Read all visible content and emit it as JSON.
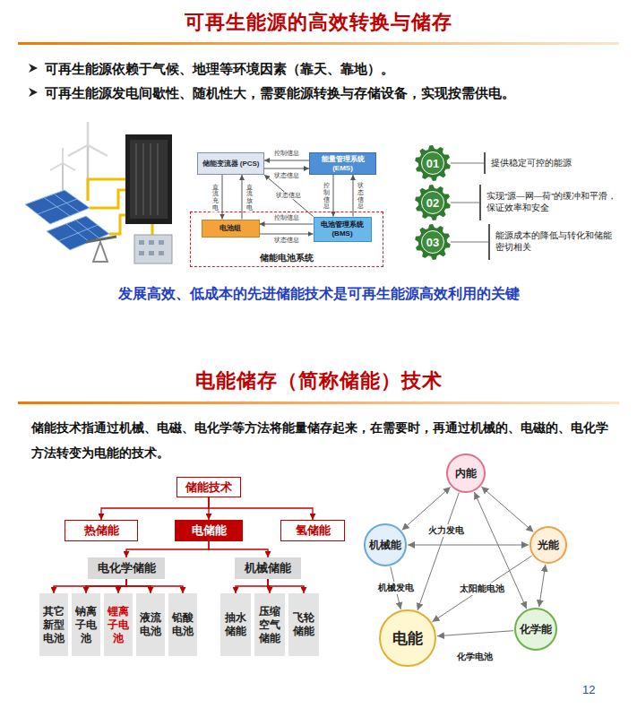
{
  "diagram": {
    "title": "可再生能源的高效转换与储存",
    "nodes": [
      {
        "text": [
          "储能变流器 (PCS)"
        ]
      },
      {
        "text": [
          "能量管理系统 (EMS)"
        ]
      },
      {
        "text": [
          "储能电池系统"
        ]
      },
      {
        "text": [
          "电池组"
        ],
        "in": 2
      },
      {
        "text": [
          "电池管理系统 (BMS)"
        ],
        "in": 2
      },
      {
        "text": [
          "01"
        ]
      },
      {
        "text": [
          "提供稳定可控的能源"
        ]
      },
      {
        "text": [
          "02"
        ]
      },
      {
        "text": [
          "实现“源—网—荷”的缓冲和平滑，保证效率和安全"
        ]
      },
      {
        "text": [
          "03"
        ]
      },
      {
        "text": [
          "能源成本的降低与转化和储能密切相关"
        ]
      },
      {
        "text": [
          "储能技术"
        ]
      },
      {
        "text": [
          "热储能"
        ]
      },
      {
        "text": [
          "电储能"
        ]
      },
      {
        "text": [
          "氢储能"
        ]
      },
      {
        "text": [
          "电化学储能"
        ]
      },
      {
        "text": [
          "机械储能"
        ]
      },
      {
        "text": [
          "其它新型电池"
        ]
      },
      {
        "text": [
          "钠离子电池"
        ]
      },
      {
        "text": [
          "锂离子电池"
        ]
      },
      {
        "text": [
          "液流电池"
        ]
      },
      {
        "text": [
          "铅酸电池"
        ]
      },
      {
        "text": [
          "抽水储能"
        ]
      },
      {
        "text": [
          "压缩空气储能"
        ]
      },
      {
        "text": [
          "飞轮储能"
        ]
      },
      {
        "text": [
          "内能"
        ]
      },
      {
        "text": [
          "机械能"
        ]
      },
      {
        "text": [
          "光能"
        ]
      },
      {
        "text": [
          "电能"
        ]
      },
      {
        "text": [
          "化学能"
        ]
      }
    ],
    "edges": [
      {
        "from": 1,
        "to": 0,
        "arrow": "to",
        "label": "控制信息"
      },
      {
        "from": 0,
        "to": 1,
        "arrow": "to",
        "label": "状态信息"
      },
      {
        "from": 0,
        "to": 3,
        "arrow": "to",
        "label": "直流充电"
      },
      {
        "from": 3,
        "to": 0,
        "arrow": "to",
        "label": "直流放电"
      },
      {
        "from": 1,
        "to": 4,
        "arrow": "to",
        "label": "控制信息"
      },
      {
        "from": 4,
        "to": 1,
        "arrow": "to",
        "label": "状态信息"
      },
      {
        "from": 4,
        "to": 0,
        "arrow": "to",
        "label": "状态信息"
      },
      {
        "from": 4,
        "to": 3,
        "arrow": "to",
        "label": "控制信息"
      },
      {
        "from": 3,
        "to": 4,
        "arrow": "to",
        "label": "状态信息"
      },
      {
        "from": 5,
        "to": 6,
        "arrow": "none"
      },
      {
        "from": 7,
        "to": 8,
        "arrow": "none"
      },
      {
        "from": 9,
        "to": 10,
        "arrow": "none"
      },
      {
        "from": 11,
        "to": 12,
        "arrow": "to"
      },
      {
        "from": 11,
        "to": 13,
        "arrow": "to"
      },
      {
        "from": 11,
        "to": 14,
        "arrow": "to"
      },
      {
        "from": 13,
        "to": 15,
        "arrow": "to"
      },
      {
        "from": 13,
        "to": 16,
        "arrow": "to"
      },
      {
        "from": 15,
        "to": 17,
        "arrow": "to"
      },
      {
        "from": 15,
        "to": 18,
        "arrow": "to"
      },
      {
        "from": 15,
        "to": 19,
        "arrow": "to"
      },
      {
        "from": 15,
        "to": 20,
        "arrow": "to"
      },
      {
        "from": 15,
        "to": 21,
        "arrow": "to"
      },
      {
        "from": 16,
        "to": 22,
        "arrow": "to"
      },
      {
        "from": 16,
        "to": 23,
        "arrow": "to"
      },
      {
        "from": 16,
        "to": 24,
        "arrow": "to"
      },
      {
        "from": 25,
        "to": 26,
        "arrow": "both"
      },
      {
        "from": 25,
        "to": 27,
        "arrow": "both"
      },
      {
        "from": 27,
        "to": 29,
        "arrow": "both"
      },
      {
        "from": 29,
        "to": 28,
        "arrow": "to",
        "label": "化学电池"
      },
      {
        "from": 26,
        "to": 28,
        "arrow": "to",
        "label": "机械发电"
      },
      {
        "from": 25,
        "to": 28,
        "arrow": "to",
        "label": "火力发电"
      },
      {
        "from": 27,
        "to": 28,
        "arrow": "to",
        "label": "太阳能电池"
      },
      {
        "from": 26,
        "to": 27,
        "arrow": "both"
      },
      {
        "from": 25,
        "to": 29,
        "arrow": "both"
      }
    ],
    "labels": [
      "可再生能源依赖于气候、地理等环境因素（靠天、靠地）。",
      "可再生能源发电间歇性、随机性大，需要能源转换与存储设备，实现按需供电。",
      "发展高效、低成本的先进储能技术是可再生能源高效利用的关键",
      "电能储存（简称储能）技术",
      "储能技术指通过机械、电磁、电化学等方法将能量储存起来，在需要时，再通过机械的、电磁的、电化学方法转变为电能的技术。",
      "12"
    ]
  }
}
